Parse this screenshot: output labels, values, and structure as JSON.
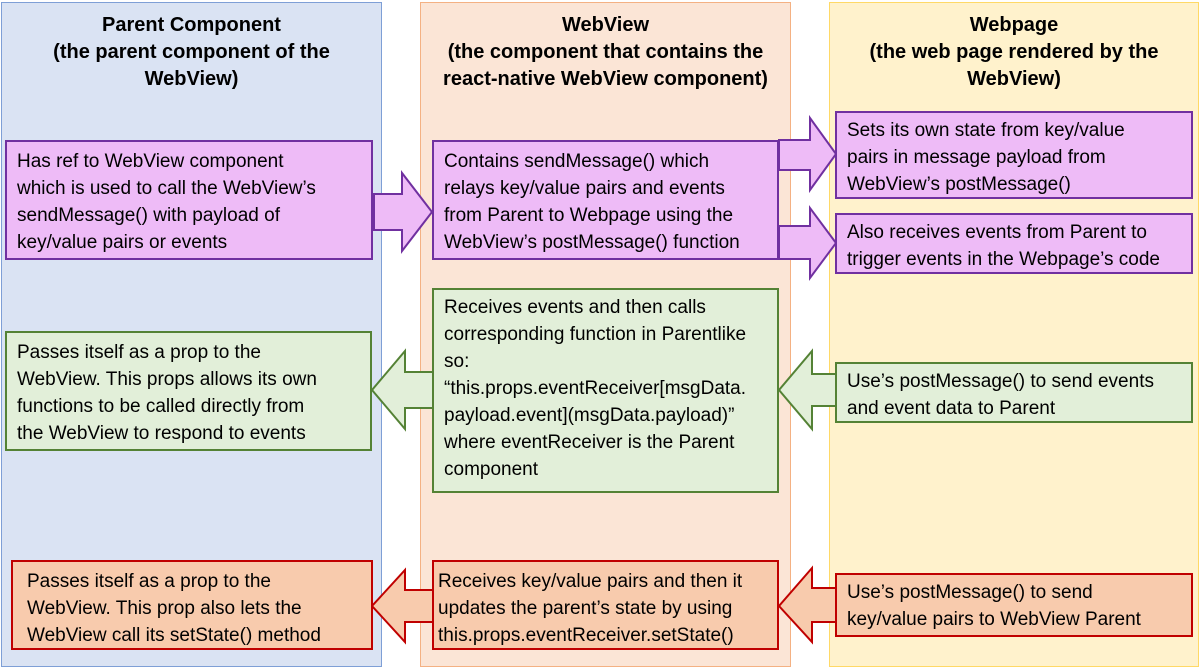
{
  "columns": {
    "parent": {
      "title": "Parent Component",
      "subtitle_lines": [
        "(the parent component of the",
        "WebView)"
      ]
    },
    "webview": {
      "title": "WebView",
      "subtitle_lines": [
        "(the component that contains the",
        "react-native WebView component)"
      ]
    },
    "webpage": {
      "title": "Webpage",
      "subtitle_lines": [
        "(the web page rendered by the",
        "WebView)"
      ]
    }
  },
  "rows": {
    "send": {
      "parent": [
        "Has ref to WebView component",
        "which is used to call the WebView’s",
        "sendMessage() with payload of",
        "key/value pairs or events"
      ],
      "webview": [
        "Contains sendMessage() which",
        "relays key/value pairs and events",
        "from Parent to Webpage using the",
        "WebView’s postMessage() function"
      ],
      "webpage_state": [
        "Sets its own state from key/value",
        "pairs in message payload from",
        "WebView’s postMessage()"
      ],
      "webpage_events": [
        "Also receives events from Parent to",
        "trigger events in the Webpage’s code"
      ]
    },
    "events": {
      "parent": [
        "Passes itself as a prop to the",
        "WebView. This props allows its own",
        "functions to be called directly from",
        "the WebView to respond to events"
      ],
      "webview": [
        "Receives events and then calls",
        "corresponding function in Parentlike",
        "so:",
        "“this.props.eventReceiver[msgData.",
        "payload.event](msgData.payload)”",
        "where eventReceiver is the Parent",
        "component"
      ],
      "webpage": [
        "Use’s postMessage() to send events",
        "and event data to Parent"
      ]
    },
    "state": {
      "parent": [
        "Passes itself as a prop to the",
        "WebView. This prop also lets the",
        "WebView call its setState() method"
      ],
      "webview": [
        "Receives key/value pairs and then it",
        "updates the parent’s state by using",
        "this.props.eventReceiver.setState()"
      ],
      "webpage": [
        "Use’s postMessage() to send",
        "key/value pairs to WebView Parent"
      ]
    }
  },
  "colors": {
    "purple_fill": "#eebbf7",
    "purple_stroke": "#7030a0",
    "green_fill": "#e2efd9",
    "green_stroke": "#548235",
    "red_fill": "#f8cbad",
    "red_stroke": "#c00000",
    "parent_bg": "#dae3f3",
    "webview_bg": "#fbe5d6",
    "webpage_bg": "#fff2cc"
  }
}
